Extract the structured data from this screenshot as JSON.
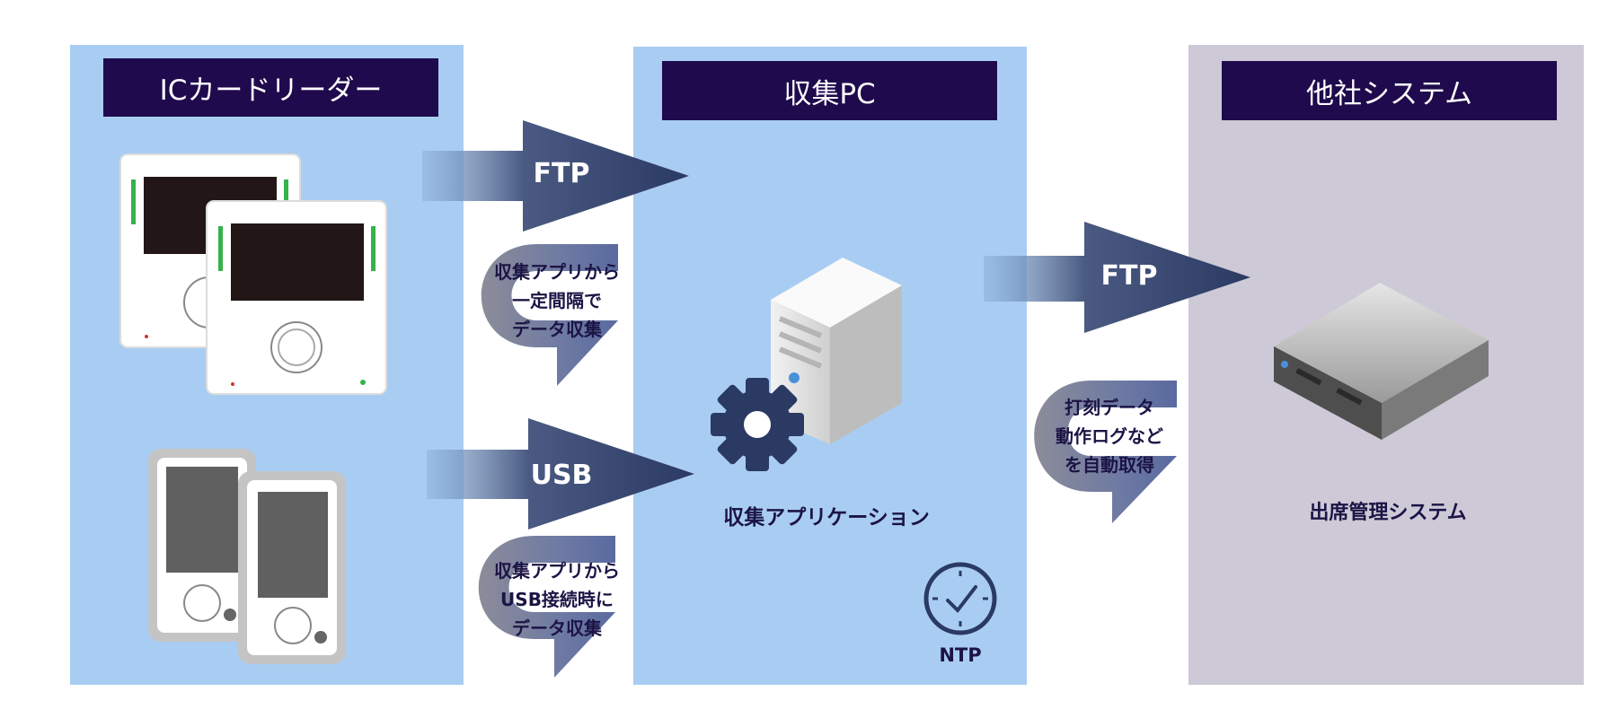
{
  "panels": {
    "reader": {
      "title": "ICカードリーダー",
      "color": "#a9cdf2"
    },
    "pc": {
      "title": "収集PC",
      "color": "#a9cdf2"
    },
    "other": {
      "title": "他社システム",
      "color": "#cdc9d6"
    }
  },
  "arrows": {
    "ftp1": "FTP",
    "usb": "USB",
    "ftp2": "FTP"
  },
  "notes": {
    "ftp_note": [
      "収集アプリから",
      "一定間隔で",
      "データ収集"
    ],
    "usb_note": [
      "収集アプリから",
      "USB接続時に",
      "データ収集"
    ],
    "sys_note": [
      "打刻データ",
      "動作ログなど",
      "を自動取得"
    ]
  },
  "labels": {
    "app": "収集アプリケーション",
    "ntp": "NTP",
    "attendance": "出席管理システム"
  },
  "colors": {
    "title_bar": "#1f0a4d",
    "arrow_dark": "#2b3a63",
    "text_dark": "#1c1445"
  },
  "icons": [
    "card-reader-icon",
    "handheld-reader-icon",
    "server-tower-icon",
    "gear-icon",
    "clock-icon",
    "rack-server-icon"
  ]
}
